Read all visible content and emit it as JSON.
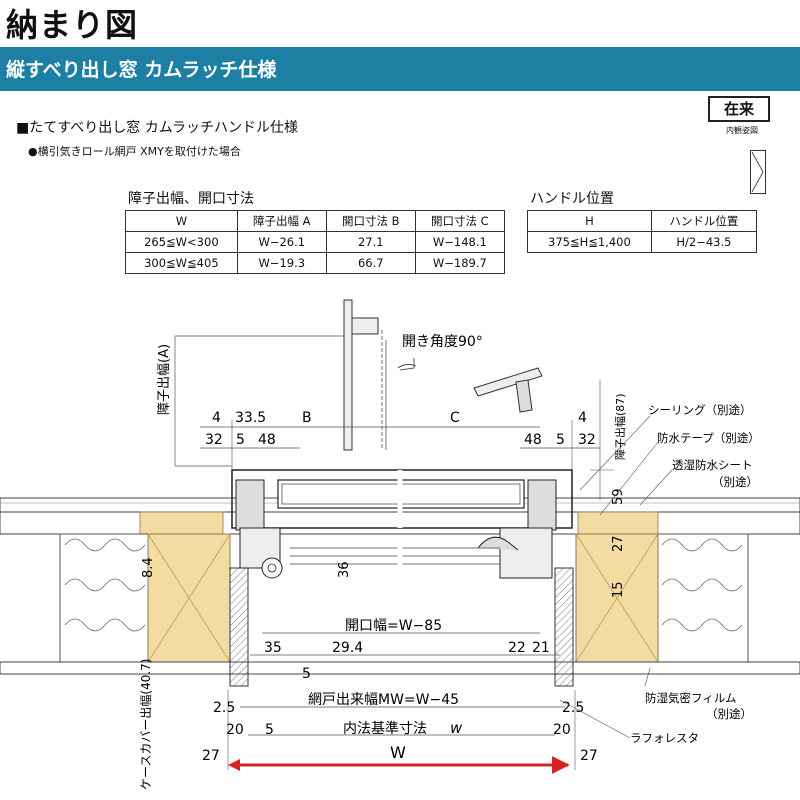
{
  "page_title": "納まり図",
  "banner_title": "縦すべり出し窓 カムラッチ仕様",
  "badge": "在来",
  "badge_sub": "内観姿図",
  "heading": "■たてすべり出し窓 カムラッチハンドル仕様",
  "note": "●横引気きロール網戸 XMYを取付けた場合",
  "table1": {
    "title": "障子出幅、開口寸法",
    "headers": [
      "W",
      "障子出幅 A",
      "開口寸法 B",
      "開口寸法 C"
    ],
    "rows": [
      [
        "265≦W<300",
        "W−26.1",
        "27.1",
        "W−148.1"
      ],
      [
        "300≦W≦405",
        "W−19.3",
        "66.7",
        "W−189.7"
      ]
    ]
  },
  "table2": {
    "title": "ハンドル位置",
    "headers": [
      "H",
      "ハンドル位置"
    ],
    "rows": [
      [
        "375≦H≦1,400",
        "H/2−43.5"
      ]
    ]
  },
  "drawing": {
    "open_angle": "開き角度90°",
    "sash_width": "障子出幅(A)",
    "sash_width_87": "障子出幅(87)",
    "case_cover": "ケースカバー出幅(40.7)",
    "dims_top_left": [
      "4",
      "33.5",
      "B",
      "32",
      "5",
      "48"
    ],
    "dims_top_right": [
      "C",
      "4",
      "48",
      "5",
      "32"
    ],
    "dim_59": "59",
    "dim_27": "27",
    "dim_15": "15",
    "dim_84": "8.4",
    "dim_36": "36",
    "opening_width": "開口幅=W−85",
    "dims_mid_left": [
      "35",
      "29.4",
      "5"
    ],
    "dims_mid_right": [
      "22",
      "21"
    ],
    "screen_width": "網戸出来幅MW=W−45",
    "inner_std": "内法基準寸法",
    "inner_std_w": "w",
    "dims_bottom": [
      "2.5",
      "2.5",
      "20",
      "5",
      "20",
      "27",
      "27"
    ],
    "W": "W",
    "labels": {
      "sealing": "シーリング（別途）",
      "waterproof_tape": "防水テープ（別途）",
      "breathable_sheet": "透湿防水シート",
      "breathable_sheet_sub": "（別途）",
      "vapor_film": "防湿気密フィルム",
      "vapor_film_sub": "（別途）",
      "rafolesta": "ラフォレスタ"
    }
  }
}
